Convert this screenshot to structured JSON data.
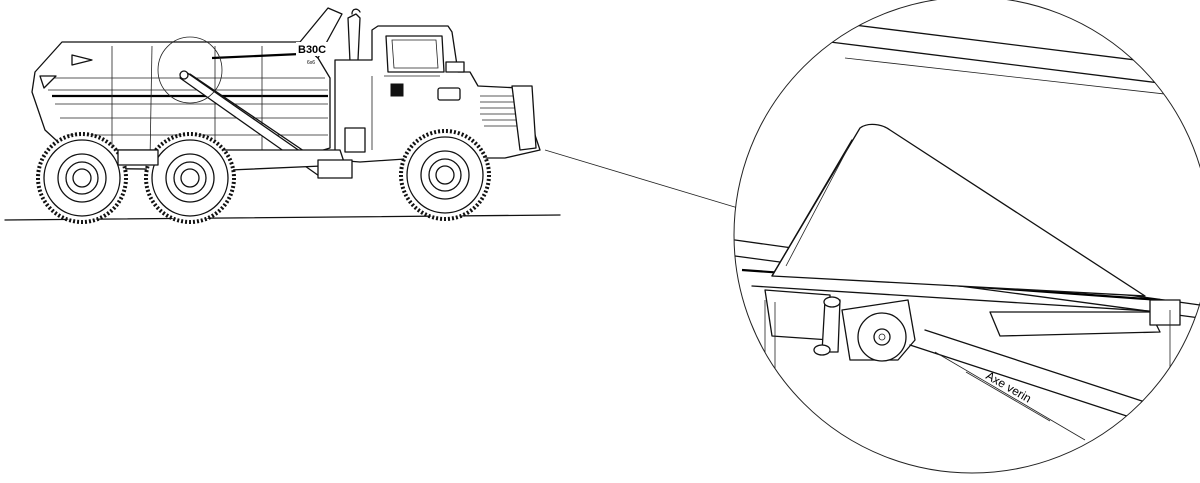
{
  "truck": {
    "model_label": "B30C",
    "model_sub_label": "6x6"
  },
  "detail": {
    "axis_label": "Axe verin"
  }
}
